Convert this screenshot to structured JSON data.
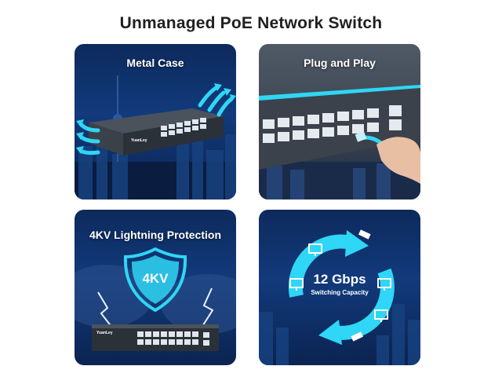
{
  "title": "Unmanaged PoE Network Switch",
  "tiles": [
    {
      "label": "Metal Case",
      "brand": "YuanLey"
    },
    {
      "label": "Plug and Play"
    },
    {
      "label": "4KV Lightning Protection",
      "badge": "4KV",
      "brand": "YuanLey"
    },
    {
      "speed": "12 Gbps",
      "subtitle": "Switching Capacity"
    }
  ],
  "colors": {
    "accent_cyan": "#2fd6f5",
    "tile_navy": "#123a7c",
    "switch_body": "#2b3138"
  },
  "icons": [
    "airflow-arrow-icon",
    "shield-icon",
    "lightning-icon",
    "monitor-icon",
    "cctv-camera-icon",
    "cycle-arrow-icon",
    "hand-icon",
    "ethernet-cable-icon"
  ]
}
